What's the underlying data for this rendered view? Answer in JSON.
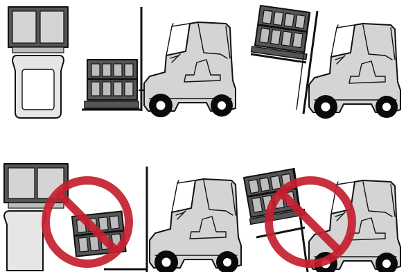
{
  "colors": {
    "background": "#ffffff",
    "outline": "#111111",
    "body_gray": "#d4d4d4",
    "light_gray": "#e6e6e6",
    "crate_dark": "#555555",
    "crate_light": "#bdbdbd",
    "prohibition_red": "#c41f2f",
    "wheel_black": "#0a0a0a"
  },
  "icons": {
    "operator_console": "operator-console-icon",
    "forklift": "forklift-icon",
    "pallet_crate": "pallet-crate-icon",
    "prohibition": "prohibition-icon"
  },
  "panels": {
    "top_left": {
      "meaning": "correct-load-level",
      "prohibited": false
    },
    "top_right": {
      "meaning": "correct-mast-tilted-back",
      "prohibited": false
    },
    "bottom_left": {
      "meaning": "incorrect-load-tipping-forward",
      "prohibited": true
    },
    "bottom_right": {
      "meaning": "incorrect-load-tipping-off",
      "prohibited": true
    }
  }
}
